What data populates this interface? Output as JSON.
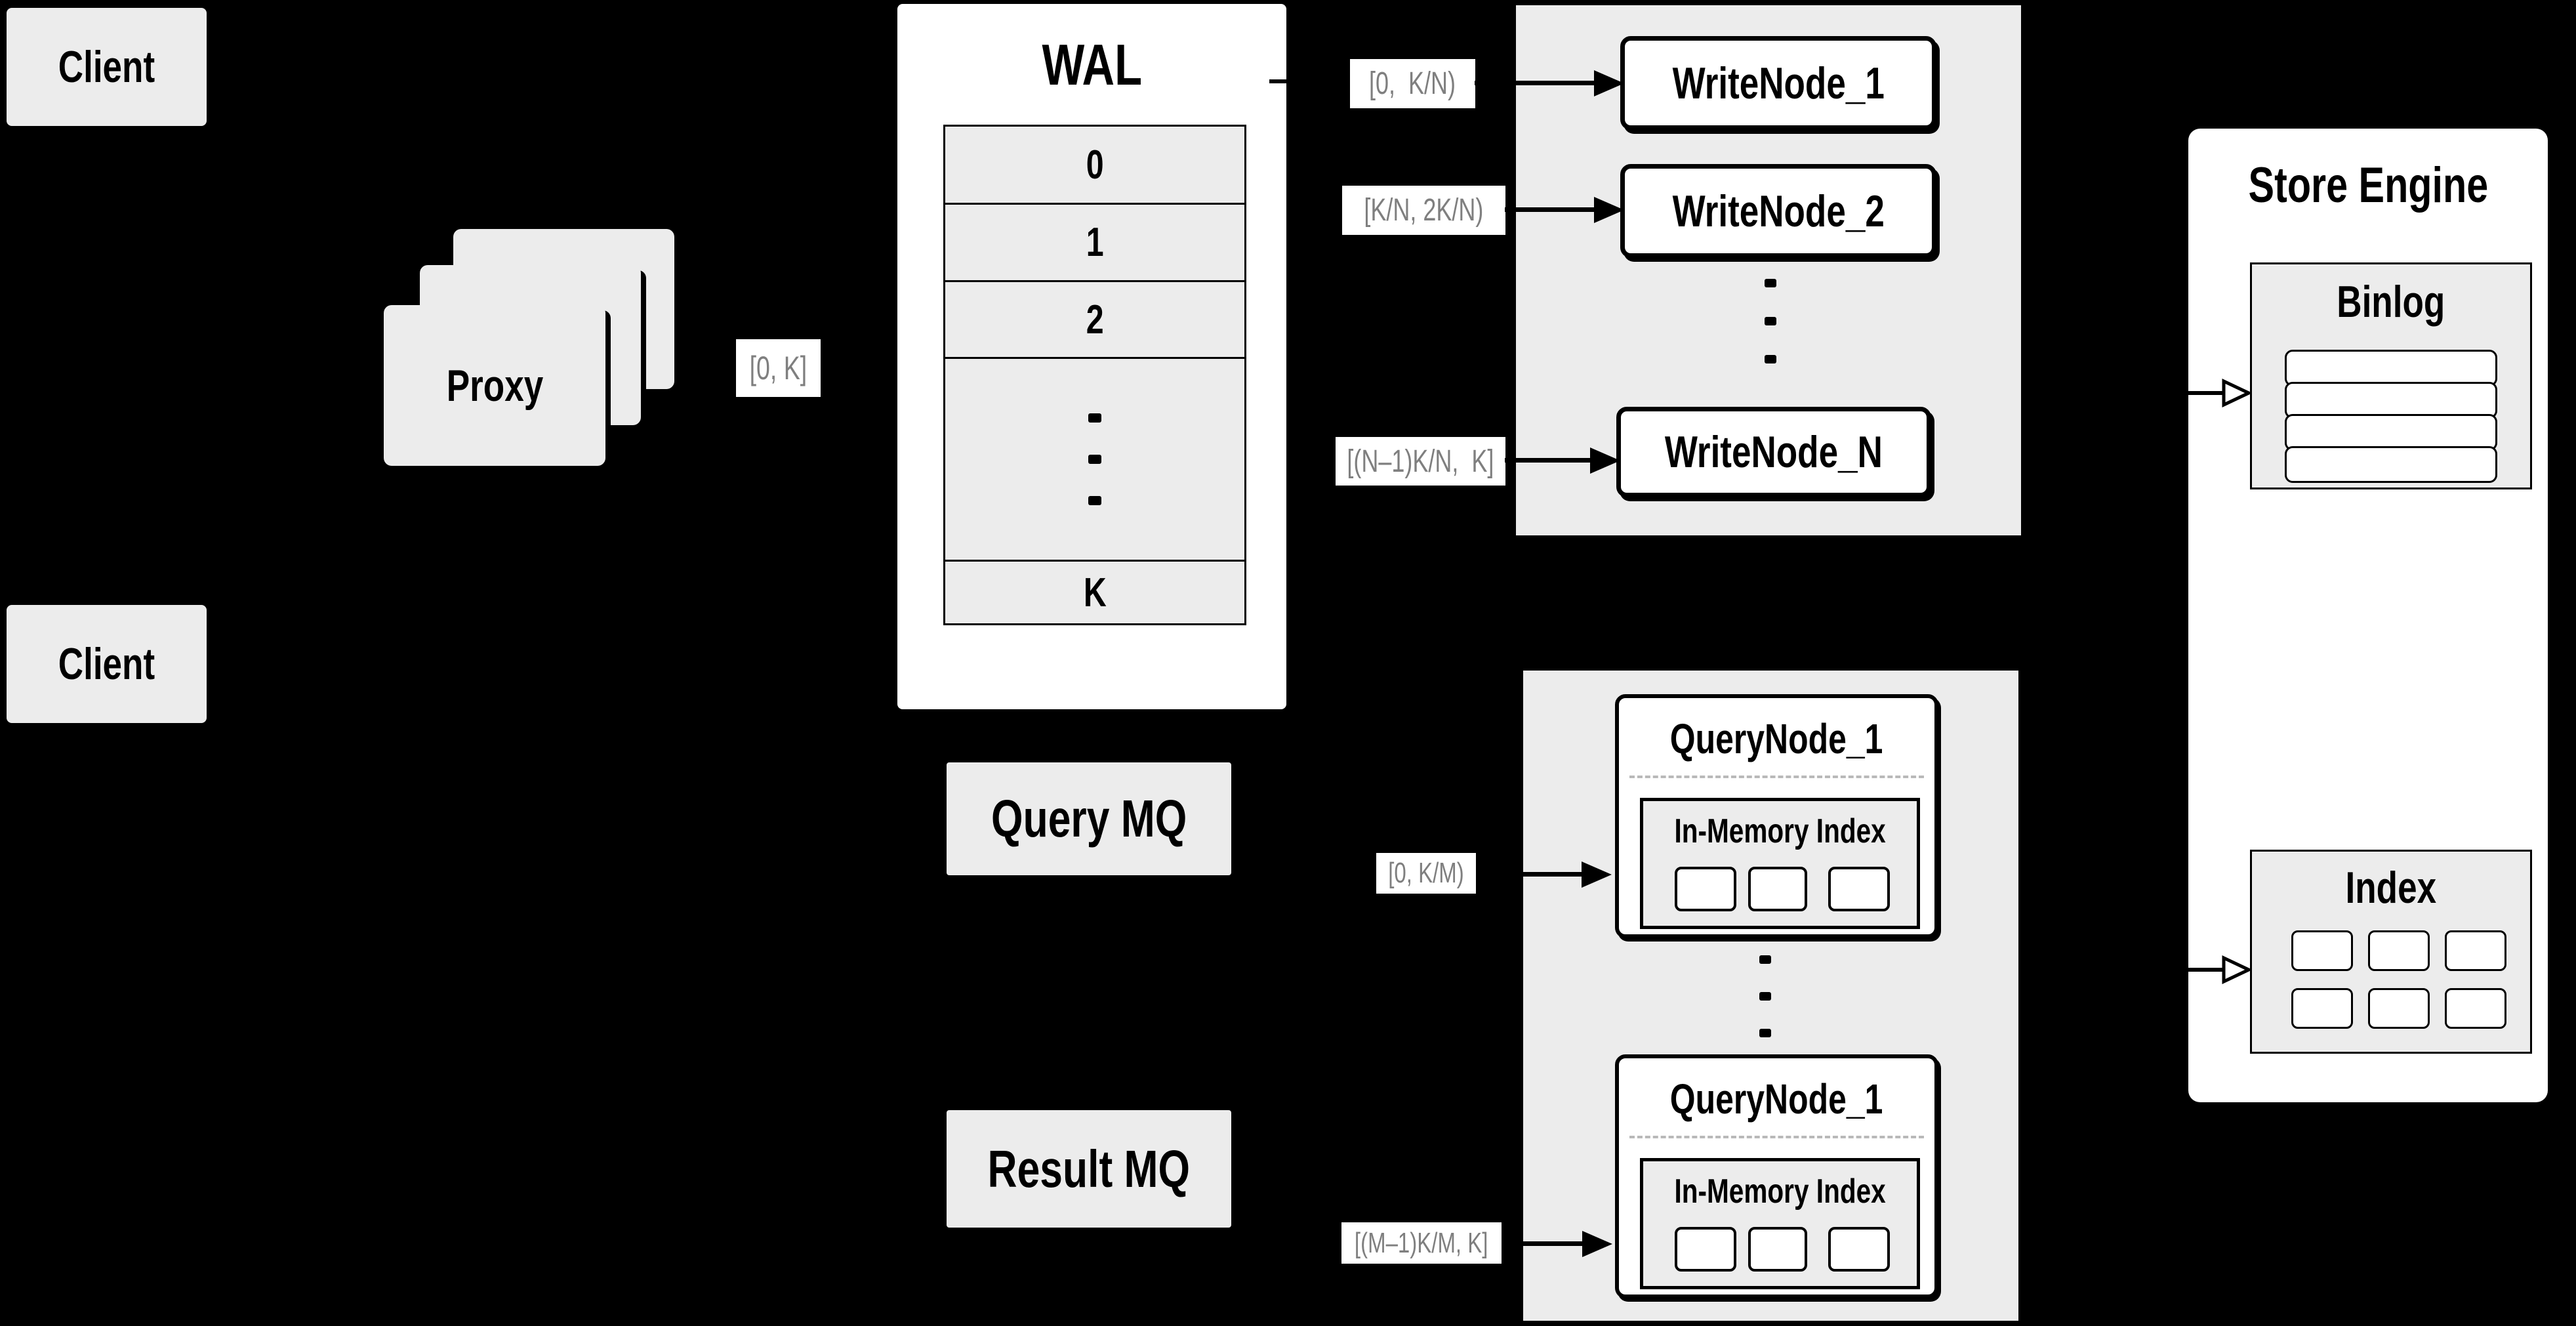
{
  "diagram": {
    "clients": {
      "top": "Client",
      "bottom": "Client"
    },
    "proxy": {
      "label": "Proxy"
    },
    "labels": {
      "proxy_range": "[0, K]",
      "write_1": "[0,  K/N)",
      "write_2": "[K/N, 2K/N)",
      "write_n": "[(N–1)K/N,  K]",
      "query_1": "[0, K/M)",
      "query_m": "[(M–1)K/M, K]"
    },
    "wal": {
      "title": "WAL",
      "rows": [
        "0",
        "1",
        "2",
        "K"
      ]
    },
    "write_nodes": {
      "node_1": "WriteNode_1",
      "node_2": "WriteNode_2",
      "node_n": "WriteNode_N"
    },
    "mq": {
      "query": "Query MQ",
      "result": "Result MQ"
    },
    "query_nodes": {
      "node_top": "QueryNode_1",
      "node_bottom": "QueryNode_1",
      "in_memory_index": "In-Memory Index"
    },
    "store_engine": {
      "title": "Store Engine",
      "binlog": "Binlog",
      "index": "Index"
    },
    "colors": {
      "background": "#000000",
      "panel_gray": "#ececec",
      "box_white": "#ffffff",
      "border_black": "#000000",
      "label_gray": "#7f7f7f"
    }
  }
}
